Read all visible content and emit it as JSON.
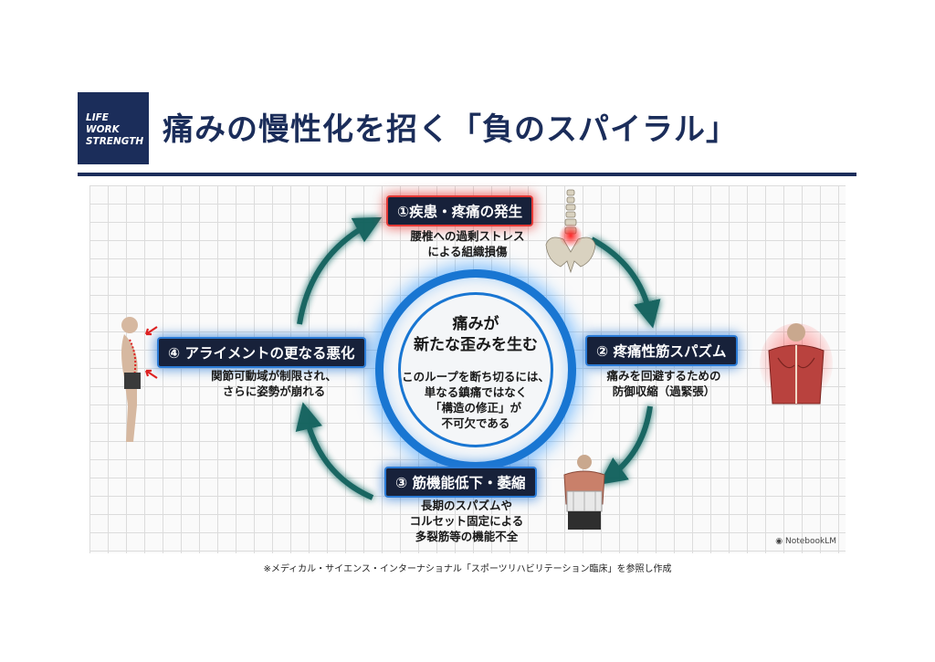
{
  "header": {
    "logo_lines": [
      "LIFE",
      "WORK",
      "STRENGTH"
    ],
    "title": "痛みの慢性化を招く「負のスパイラル」"
  },
  "center": {
    "title_lines": [
      "痛みが",
      "新たな歪みを生む"
    ],
    "text_lines": [
      "このループを断ち切るには、",
      "単なる鎮痛ではなく",
      "「構造の修正」が",
      "不可欠である"
    ]
  },
  "nodes": [
    {
      "label": "①疾患・疼痛の発生",
      "desc_lines": [
        "腰椎への過剰ストレス",
        "による組織損傷"
      ]
    },
    {
      "label": "② 疼痛性筋スパズム",
      "desc_lines": [
        "痛みを回避するための",
        "防御収縮（過緊張）"
      ]
    },
    {
      "label": "③ 筋機能低下・萎縮",
      "desc_lines": [
        "長期のスパズムや",
        "コルセット固定による",
        "多裂筋等の機能不全"
      ]
    },
    {
      "label": "④ アライメントの更なる悪化",
      "desc_lines": [
        "関節可動域が制限され、",
        "さらに姿勢が崩れる"
      ]
    }
  ],
  "watermark": "NotebookLM",
  "footnote": "※メディカル・サイエンス・インターナショナル「スポーツリハビリテーション臨床」を参照し作成",
  "colors": {
    "navy": "#1b2d5a",
    "glow_blue": "#1976d2",
    "alert_red": "#e53935",
    "arrow_teal": "#0f5e5a"
  }
}
